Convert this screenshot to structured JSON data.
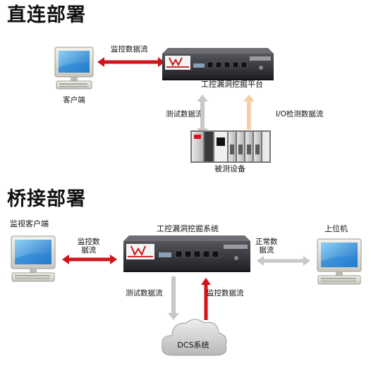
{
  "section1": {
    "title": "直连部署",
    "client_label": "客户端",
    "arrow_label": "监控数据流",
    "platform_label": "工控漏洞挖掘平台",
    "test_flow_label": "测试数据流",
    "io_flow_label": "I/O检测数据流",
    "device_label": "被测设备"
  },
  "section2": {
    "title": "桥接部署",
    "monitor_client_label": "监视客户端",
    "monitor_flow_label": "监控数\n据流",
    "system_label": "工控漏洞挖掘系统",
    "normal_flow_label": "正常数\n据流",
    "host_label": "上位机",
    "test_flow_label": "测试数据流",
    "monitor_data_label": "监控数据流",
    "dcs_label": "DCS系统"
  },
  "colors": {
    "red_arrow": "#d0141b",
    "grey_arrow": "#c8c8c8",
    "peach_arrow": "#f6cfa6",
    "appliance_body": "#2a2b30"
  }
}
